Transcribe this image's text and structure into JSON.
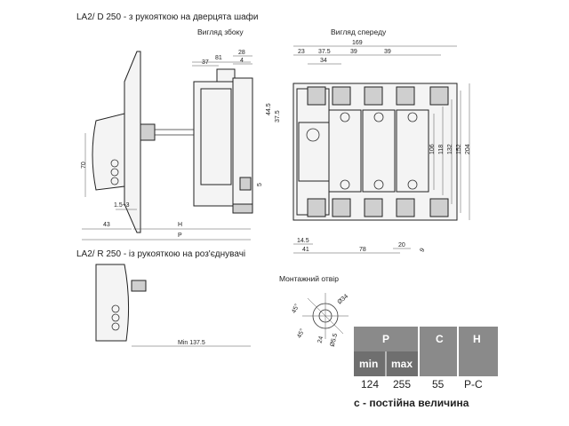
{
  "titles": {
    "door_handle": "LA2/ D 250 - з рукояткою на дверцята шафи",
    "side_view": "Вигляд збоку",
    "front_view": "Вигляд спереду",
    "connector_handle": "LA2/ R 250 - із рукояткою на роз'єднувачі",
    "mounting_hole": "Монтажний отвір"
  },
  "side_dims": {
    "d81": "81",
    "d37": "37",
    "d28": "28",
    "d4": "4",
    "d70": "70",
    "d15": "1.5÷3",
    "d43": "43",
    "H": "H",
    "P": "P",
    "d5": "5"
  },
  "front_dims": {
    "d169": "169",
    "d23": "23",
    "d375": "37.5",
    "d39a": "39",
    "d39b": "39",
    "d34": "34",
    "d445": "44.5",
    "d375v": "37.5",
    "d106": "106",
    "d118": "118",
    "d132": "132",
    "d152": "152",
    "d204": "204",
    "d145": "14.5",
    "d41": "41",
    "d78": "78",
    "d20": "20",
    "d9": "9"
  },
  "r_dims": {
    "min1375": "Min 137.5"
  },
  "hole_dims": {
    "a45a": "45°",
    "a45b": "45°",
    "d34": "Ø34",
    "d24": "24",
    "d55": "Ø5.5"
  },
  "table": {
    "header_P": "P",
    "header_C": "C",
    "header_H": "H",
    "sub_min": "min",
    "sub_max": "max",
    "val_min": "124",
    "val_max": "255",
    "val_C": "55",
    "val_H": "P-C"
  },
  "note": "с - постійна величина",
  "colors": {
    "table_header": "#8a8a8a",
    "table_header_dark": "#6f6f6f"
  }
}
